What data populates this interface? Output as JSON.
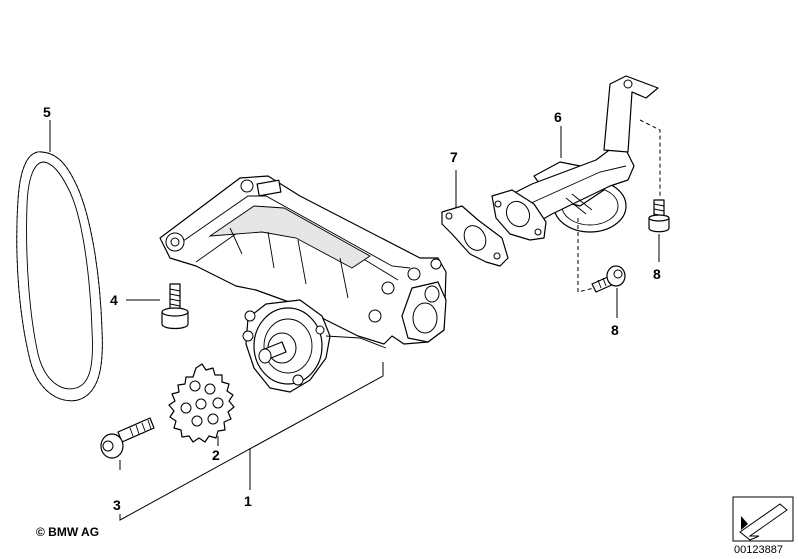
{
  "callouts": {
    "chain": "5",
    "oil_pump": "1",
    "sprocket": "2",
    "sprocket_bolt": "3",
    "pump_bolt": "4",
    "suction_pipe": "6",
    "gasket": "7",
    "pipe_bolt_upper": "8",
    "pipe_bolt_lower": "8"
  },
  "copyright": "© BMW AG",
  "image_number": "00123887"
}
